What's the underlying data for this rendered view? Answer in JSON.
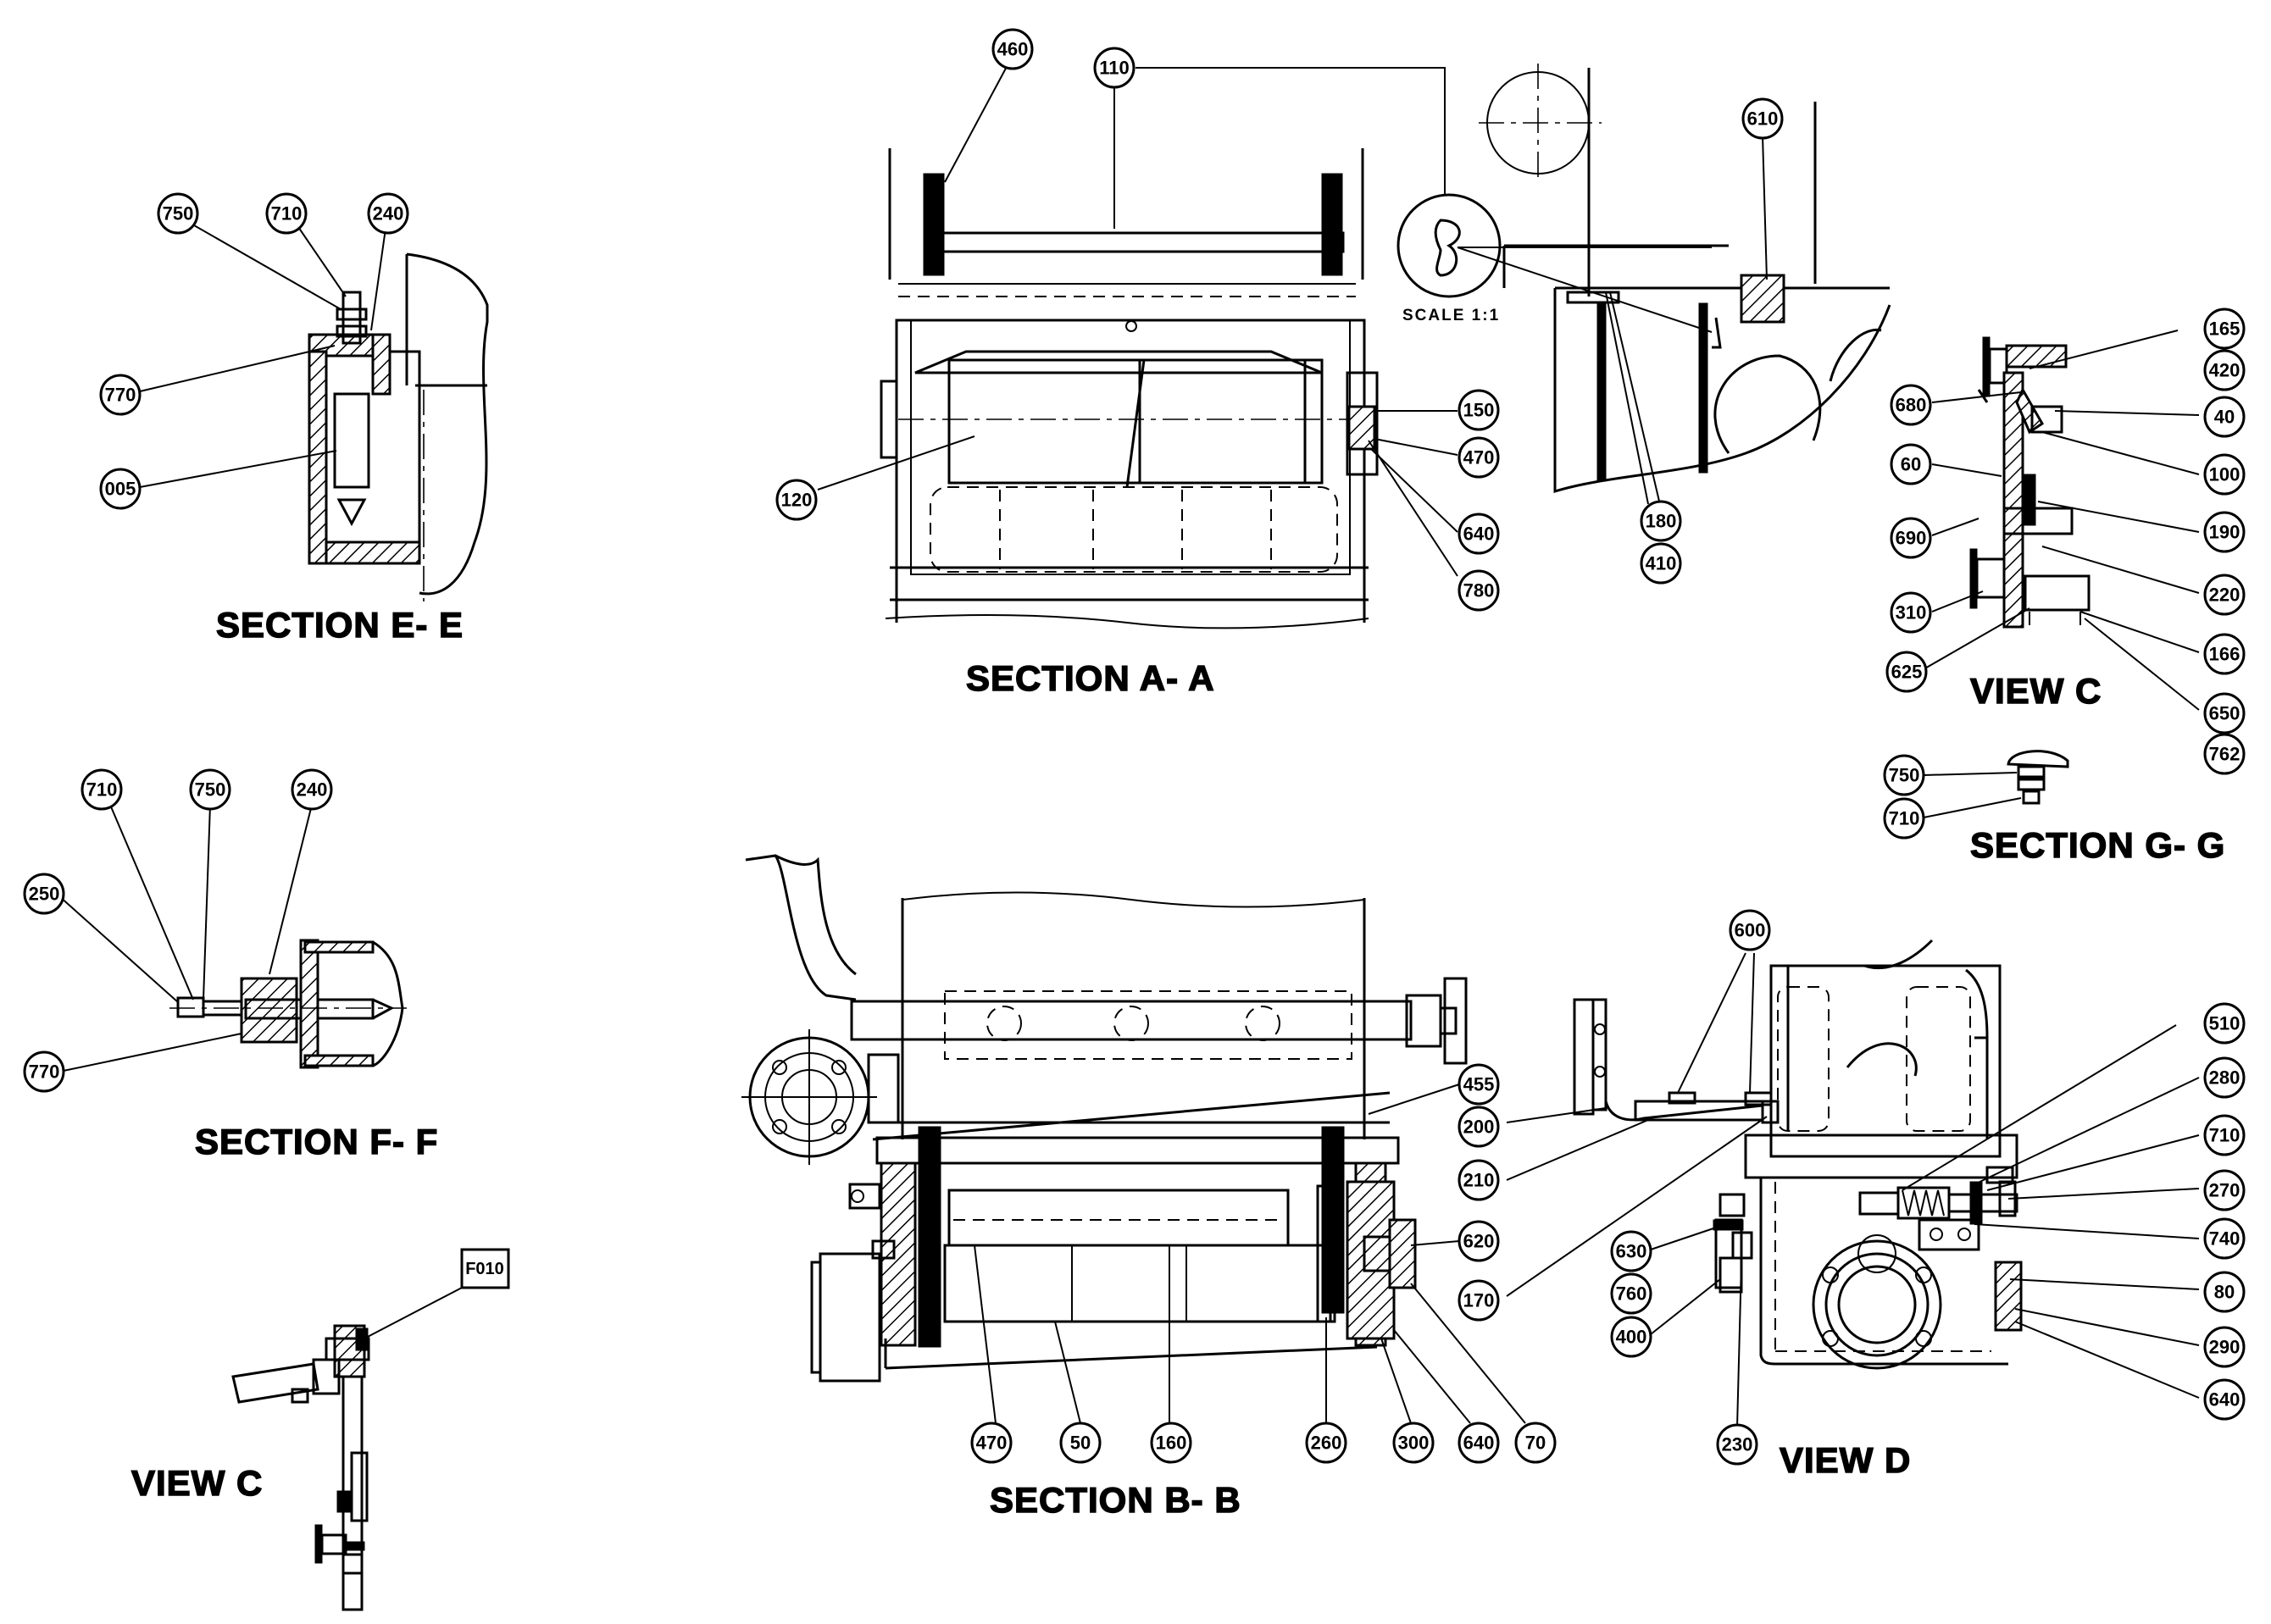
{
  "titles": {
    "section_ee": "SECTION  E- E",
    "section_aa": "SECTION  A- A",
    "view_c_right": "VIEW  C",
    "section_gg": "SECTION  G- G",
    "section_ff": "SECTION  F- F",
    "view_c_left": "VIEW  C",
    "section_bb": "SECTION  B- B",
    "view_d": "VIEW  D"
  },
  "scale_note": "SCALE 1:1",
  "tag_label": "F010",
  "balloons": {
    "ee_750": "750",
    "ee_710": "710",
    "ee_240": "240",
    "ee_770": "770",
    "ee_005": "005",
    "aa_460": "460",
    "aa_110": "110",
    "aa_610": "610",
    "aa_150": "150",
    "aa_470": "470",
    "aa_640": "640",
    "aa_780": "780",
    "aa_120": "120",
    "aa_180": "180",
    "aa_410": "410",
    "vc_165": "165",
    "vc_420": "420",
    "vc_680": "680",
    "vc_40": "40",
    "vc_60": "60",
    "vc_100": "100",
    "vc_690": "690",
    "vc_190": "190",
    "vc_220": "220",
    "vc_310": "310",
    "vc_166": "166",
    "vc_625": "625",
    "vc_650": "650",
    "vc_762": "762",
    "gg_750": "750",
    "gg_710": "710",
    "ff_710": "710",
    "ff_750": "750",
    "ff_240": "240",
    "ff_250": "250",
    "ff_770": "770",
    "bb_455": "455",
    "bb_620": "620",
    "bb_470": "470",
    "bb_50": "50",
    "bb_160": "160",
    "bb_260": "260",
    "bb_300": "300",
    "bb_640": "640",
    "bb_70": "70",
    "vd_600": "600",
    "vd_200": "200",
    "vd_210": "210",
    "vd_170": "170",
    "vd_510": "510",
    "vd_280": "280",
    "vd_710": "710",
    "vd_270": "270",
    "vd_740": "740",
    "vd_80": "80",
    "vd_290": "290",
    "vd_640": "640",
    "vd_630": "630",
    "vd_760": "760",
    "vd_400": "400",
    "vd_230": "230"
  }
}
